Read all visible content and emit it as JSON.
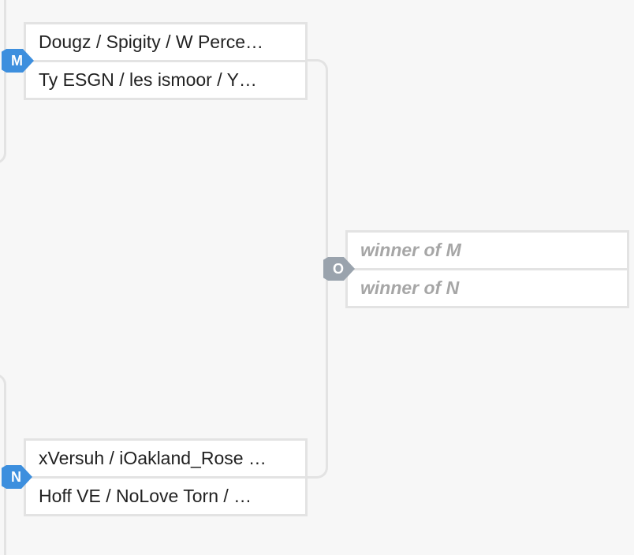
{
  "bracket": {
    "match_m": {
      "label": "M",
      "team1": "Dougz / Spigity / W Perce…",
      "team2": "Ty ESGN / les ismoor / Y…"
    },
    "match_n": {
      "label": "N",
      "team1": "xVersuh / iOakland_Rose …",
      "team2": "Hoff VE / NoLove Torn / …"
    },
    "match_o": {
      "label": "O",
      "team1": "winner of M",
      "team2": "winner of N"
    }
  },
  "colors": {
    "active_badge": "#3d8fde",
    "pending_badge": "#9aa3ad",
    "connector": "#e3e3e3",
    "placeholder_text": "#a6a6a6"
  }
}
